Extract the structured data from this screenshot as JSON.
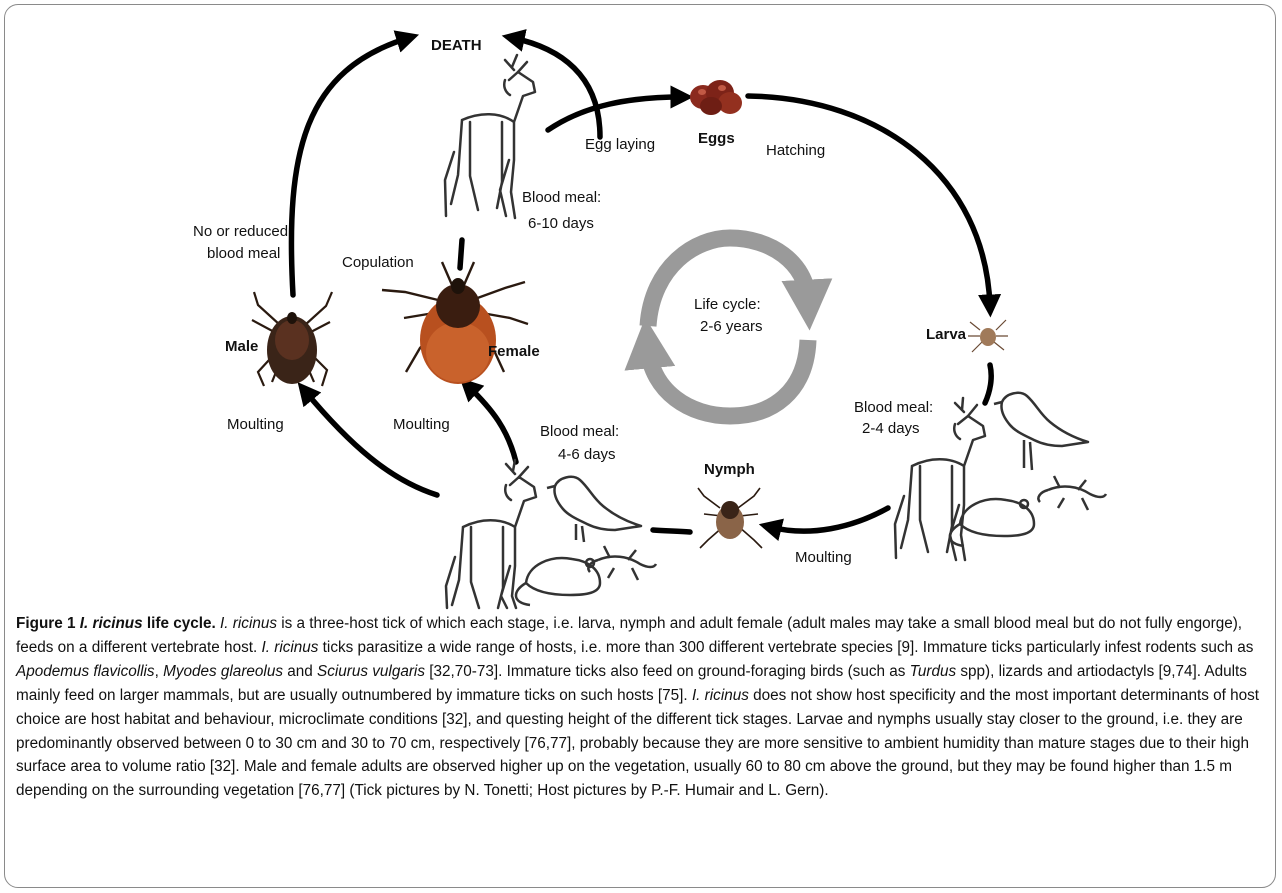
{
  "diagram": {
    "labels": {
      "death": "DEATH",
      "egg_laying": "Egg laying",
      "eggs": "Eggs",
      "hatching": "Hatching",
      "blood_meal_female_1": "Blood meal:",
      "blood_meal_female_2": "6-10 days",
      "no_reduced_1": "No or reduced",
      "no_reduced_2": "blood meal",
      "copulation": "Copulation",
      "male": "Male",
      "female": "Female",
      "life_cycle_1": "Life cycle:",
      "life_cycle_2": "2-6 years",
      "larva": "Larva",
      "blood_meal_larva_1": "Blood meal:",
      "blood_meal_larva_2": "2-4 days",
      "moulting_male": "Moulting",
      "moulting_female": "Moulting",
      "blood_meal_nymph_1": "Blood meal:",
      "blood_meal_nymph_2": "4-6 days",
      "nymph": "Nymph",
      "moulting_nymph": "Moulting"
    },
    "colors": {
      "arrow": "#000000",
      "cycle_arrow": "#9a9a9a",
      "tick_body": "#3a2418",
      "female_abdomen": "#b8501f",
      "eggs": "#8b2a1e"
    }
  },
  "caption": {
    "fig_num": "Figure 1",
    "title_species": "I. ricinus",
    "title_rest": " life cycle.",
    "s1_species": "I. ricinus",
    "s1_text": " is a three-host tick of which each stage, i.e. larva, nymph and adult female (adult males may take a small blood meal but do not fully engorge), feeds on a different vertebrate host. ",
    "s2_species": "I. ricinus",
    "s2_text": " ticks parasitize a wide range of hosts, i.e. more than 300 different vertebrate species [9]. Immature ticks particularly infest rodents such as ",
    "sp_apodemus": "Apodemus flavicollis",
    "sep1": ", ",
    "sp_myodes": "Myodes glareolus",
    "and1": " and ",
    "sp_sciurus": "Sciurus vulgaris",
    "s3_text": " [32,70-73]. Immature ticks also feed on ground-foraging birds (such as ",
    "sp_turdus": "Turdus",
    "s4_text": " spp), lizards and artiodactyls [9,74]. Adults mainly feed on larger mammals, but are usually outnumbered by immature ticks on such hosts [75]. ",
    "s5_species": "I. ricinus",
    "s5_text": " does not show host specificity and the most important determinants of host choice are host habitat and behaviour, microclimate conditions [32], and questing height of the different tick stages. Larvae and nymphs usually stay closer to the ground, i.e. they are predominantly observed between 0 to 30 cm and 30 to 70 cm, respectively [76,77], probably because they are more sensitive to ambient humidity than mature stages due to their high surface area to volume ratio [32]. Male and female adults are observed higher up on the vegetation, usually 60 to 80 cm above the ground, but they may be found higher than 1.5 m depending on the surrounding vegetation [76,77] (Tick pictures by N. Tonetti; Host pictures by P.-F. Humair and L. Gern)."
  }
}
